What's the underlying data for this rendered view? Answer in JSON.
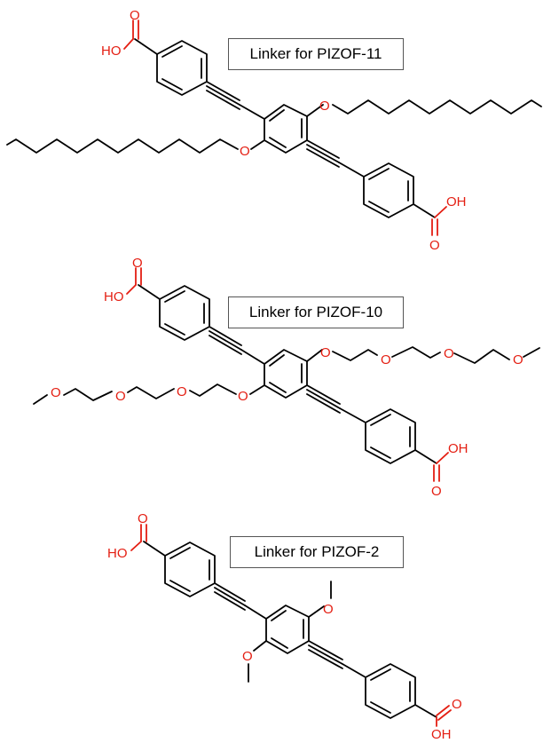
{
  "molecules": [
    {
      "label": "Linker for PIZOF-11"
    },
    {
      "label": "Linker for PIZOF-10"
    },
    {
      "label": "Linker for PIZOF-2"
    }
  ],
  "atoms": {
    "oxygen": "O",
    "hydroxyl_left": "HO",
    "hydroxyl_right": "OH"
  },
  "colors": {
    "bond": "#000000",
    "heteroatom": "#e41e12"
  }
}
